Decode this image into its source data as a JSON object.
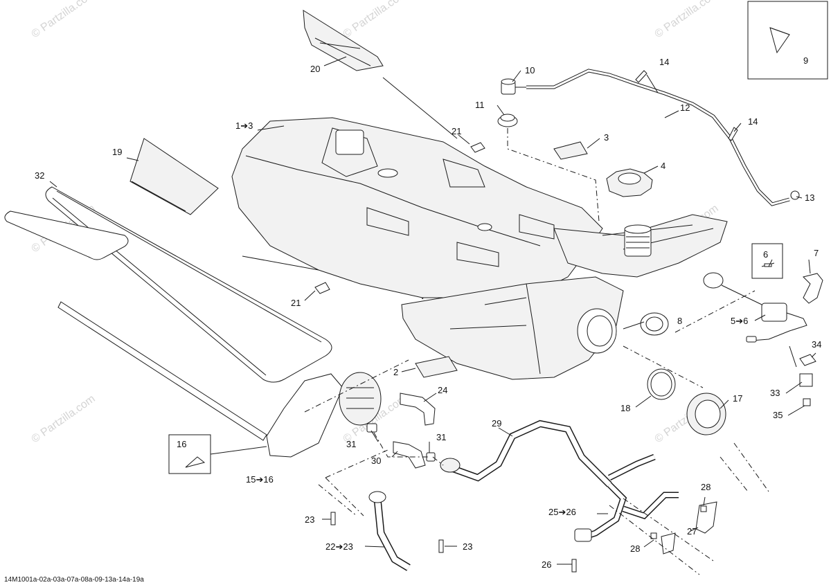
{
  "watermark": {
    "small": "© Partzilla.com",
    "large": "© Partzilla.com"
  },
  "diagram_code": "14M1001a-02a-03a-07a-08a-09-13a-14a-19a",
  "callouts": {
    "c1_3": "1➔3",
    "c2": "2",
    "c3": "3",
    "c4": "4",
    "c5_6": "5➔6",
    "c6": "6",
    "c7": "7",
    "c8": "8",
    "c9": "9",
    "c10": "10",
    "c11": "11",
    "c12": "12",
    "c13": "13",
    "c14a": "14",
    "c14b": "14",
    "c15_16": "15➔16",
    "c16": "16",
    "c17": "17",
    "c18": "18",
    "c19": "19",
    "c20": "20",
    "c21a": "21",
    "c21b": "21",
    "c22_23": "22➔23",
    "c23a": "23",
    "c23b": "23",
    "c24": "24",
    "c25_26": "25➔26",
    "c26": "26",
    "c27": "27",
    "c28a": "28",
    "c28b": "28",
    "c29": "29",
    "c30": "30",
    "c31a": "31",
    "c31b": "31",
    "c32": "32",
    "c33": "33",
    "c34": "34",
    "c35": "35"
  },
  "colors": {
    "line": "#1a1a1a",
    "watermark": "#d4d4d4",
    "background": "#ffffff"
  }
}
